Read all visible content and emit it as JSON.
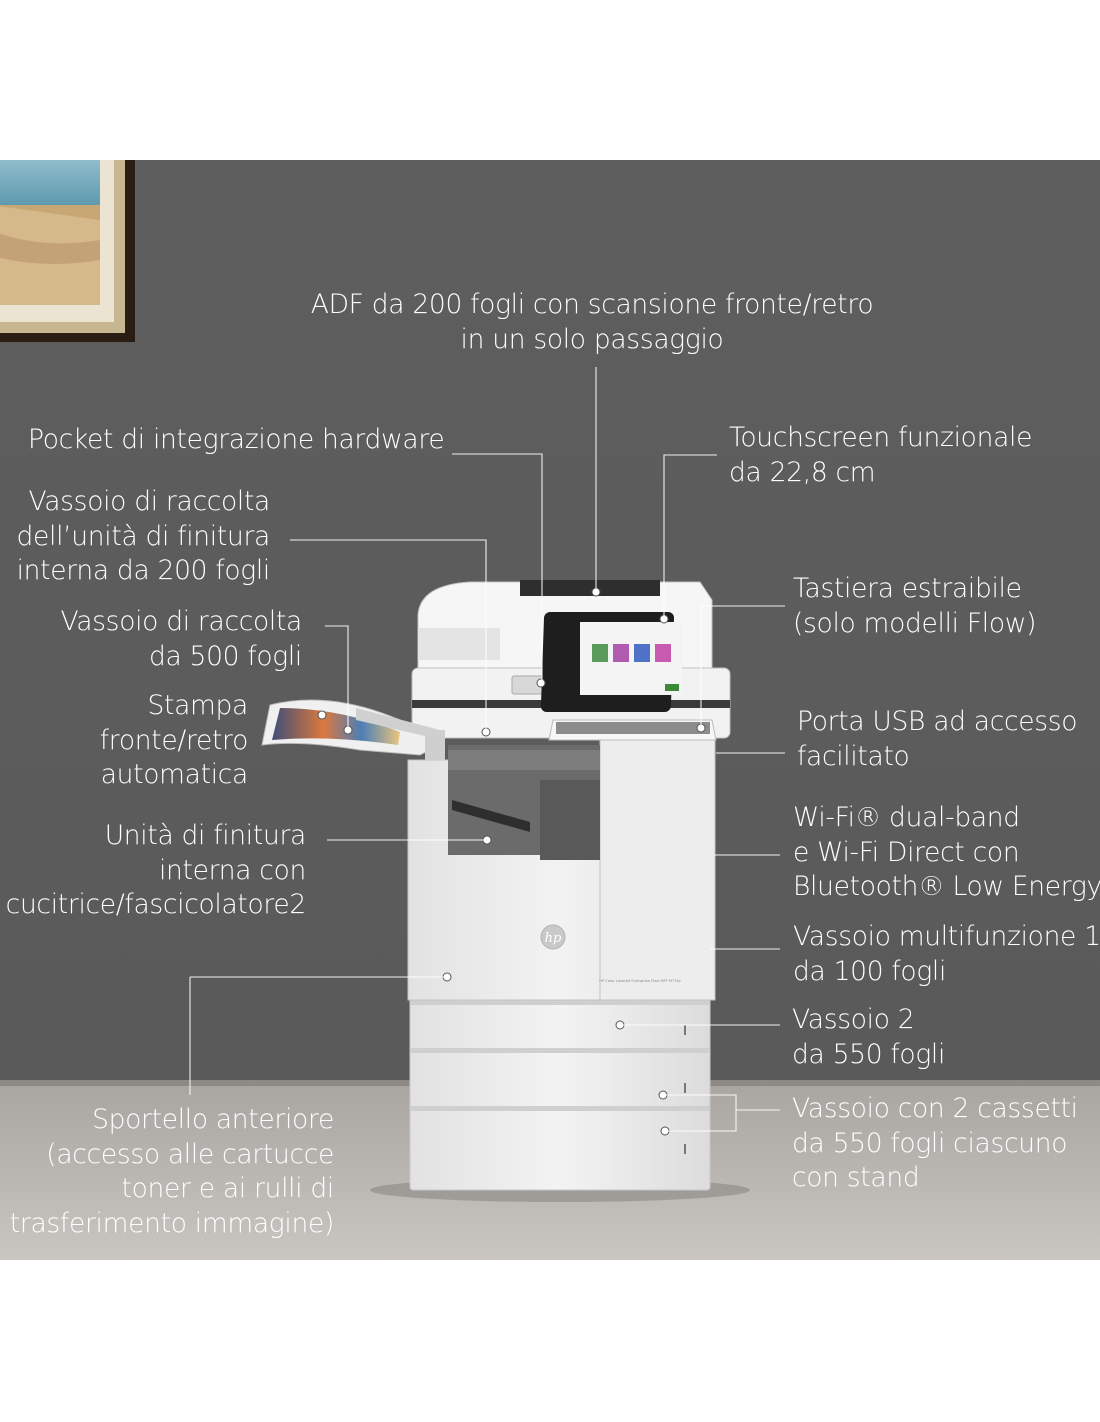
{
  "brand": {
    "logo_text": "hp",
    "model_text": "HP Color LaserJet Enterprise Flow MFP M776z"
  },
  "screen": {
    "tiles": [
      "#5a9a5a",
      "#b05ab0",
      "#4f72c8",
      "#c85ab0"
    ],
    "button": "#3a8a3a"
  },
  "labels": [
    {
      "id": "adf",
      "lines": [
        "ADF da 200 fogli con scansione fronte/retro",
        "in un solo passaggio"
      ]
    },
    {
      "id": "pocket",
      "lines": [
        "Pocket di integrazione hardware"
      ]
    },
    {
      "id": "touch",
      "lines": [
        "Touchscreen funzionale",
        "da 22,8 cm"
      ]
    },
    {
      "id": "vassoio200",
      "lines": [
        "Vassoio di raccolta",
        "dell’unità di finitura",
        "interna da 200 fogli"
      ]
    },
    {
      "id": "tastiera",
      "lines": [
        "Tastiera estraibile",
        "(solo modelli Flow)"
      ]
    },
    {
      "id": "vassoio500",
      "lines": [
        "Vassoio di raccolta",
        "da 500 fogli"
      ]
    },
    {
      "id": "stampa",
      "lines": [
        "Stampa",
        "fronte/retro",
        "automatica"
      ]
    },
    {
      "id": "usb",
      "lines": [
        "Porta USB ad accesso",
        "facilitato"
      ]
    },
    {
      "id": "finitura",
      "lines": [
        "Unità di finitura",
        "interna con",
        "cucitrice/fascicolatore2"
      ]
    },
    {
      "id": "wifi",
      "lines": [
        "Wi-Fi® dual-band",
        "e Wi-Fi Direct con",
        "Bluetooth® Low Energy"
      ]
    },
    {
      "id": "multi",
      "lines": [
        "Vassoio multifunzione 1",
        "da 100 fogli"
      ]
    },
    {
      "id": "vassoio2",
      "lines": [
        "Vassoio 2",
        "da 550 fogli"
      ]
    },
    {
      "id": "cassetti",
      "lines": [
        "Vassoio con 2 cassetti",
        "da 550 fogli ciascuno",
        "con stand"
      ]
    },
    {
      "id": "sportello",
      "lines": [
        "Sportello anteriore",
        "(accesso alle cartucce",
        "toner e ai rulli di",
        "trasferimento immagine)"
      ]
    }
  ]
}
